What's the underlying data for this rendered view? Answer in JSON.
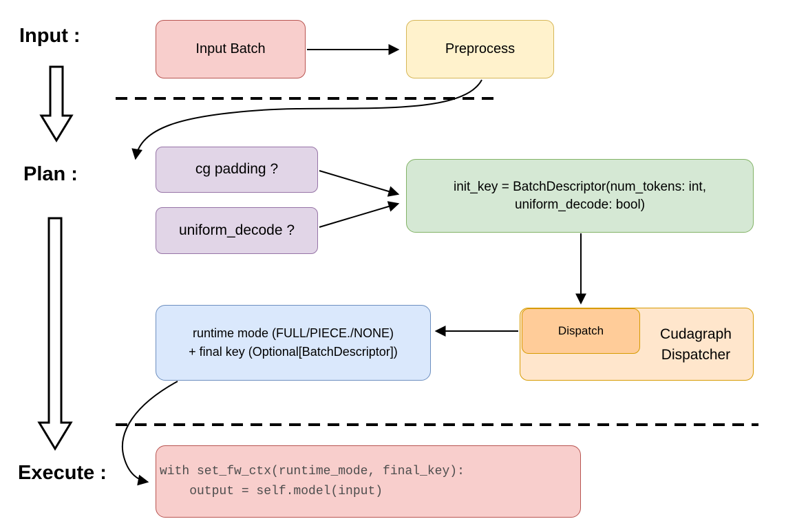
{
  "stages": {
    "input": "Input :",
    "plan": "Plan :",
    "execute": "Execute :"
  },
  "nodes": {
    "input_batch": "Input Batch",
    "preprocess": "Preprocess",
    "cg_padding": "cg padding ?",
    "uniform_decode": "uniform_decode ?",
    "init_key": "init_key = BatchDescriptor(num_tokens: int, uniform_decode: bool)",
    "dispatch": "Dispatch",
    "cudagraph_dispatcher": "Cudagraph Dispatcher",
    "runtime_result": "runtime mode (FULL/PIECE./NONE)\n+ final key (Optional[BatchDescriptor])",
    "execute_code": "with set_fw_ctx(runtime_mode, final_key):\n    output = self.model(input)"
  },
  "colors": {
    "red_fill": "#f8cecc",
    "red_border": "#b85450",
    "yellow_fill": "#fff2cc",
    "yellow_border": "#d6b656",
    "purple_fill": "#e1d5e7",
    "purple_border": "#9673a6",
    "green_fill": "#d5e8d4",
    "green_border": "#82b366",
    "orange_outer_fill": "#ffe6cc",
    "orange_inner_fill": "#ffcc99",
    "orange_border": "#d79b00",
    "blue_fill": "#dae8fc",
    "blue_border": "#6c8ebf",
    "code_text": "#4d4d4d",
    "line": "#000000"
  }
}
